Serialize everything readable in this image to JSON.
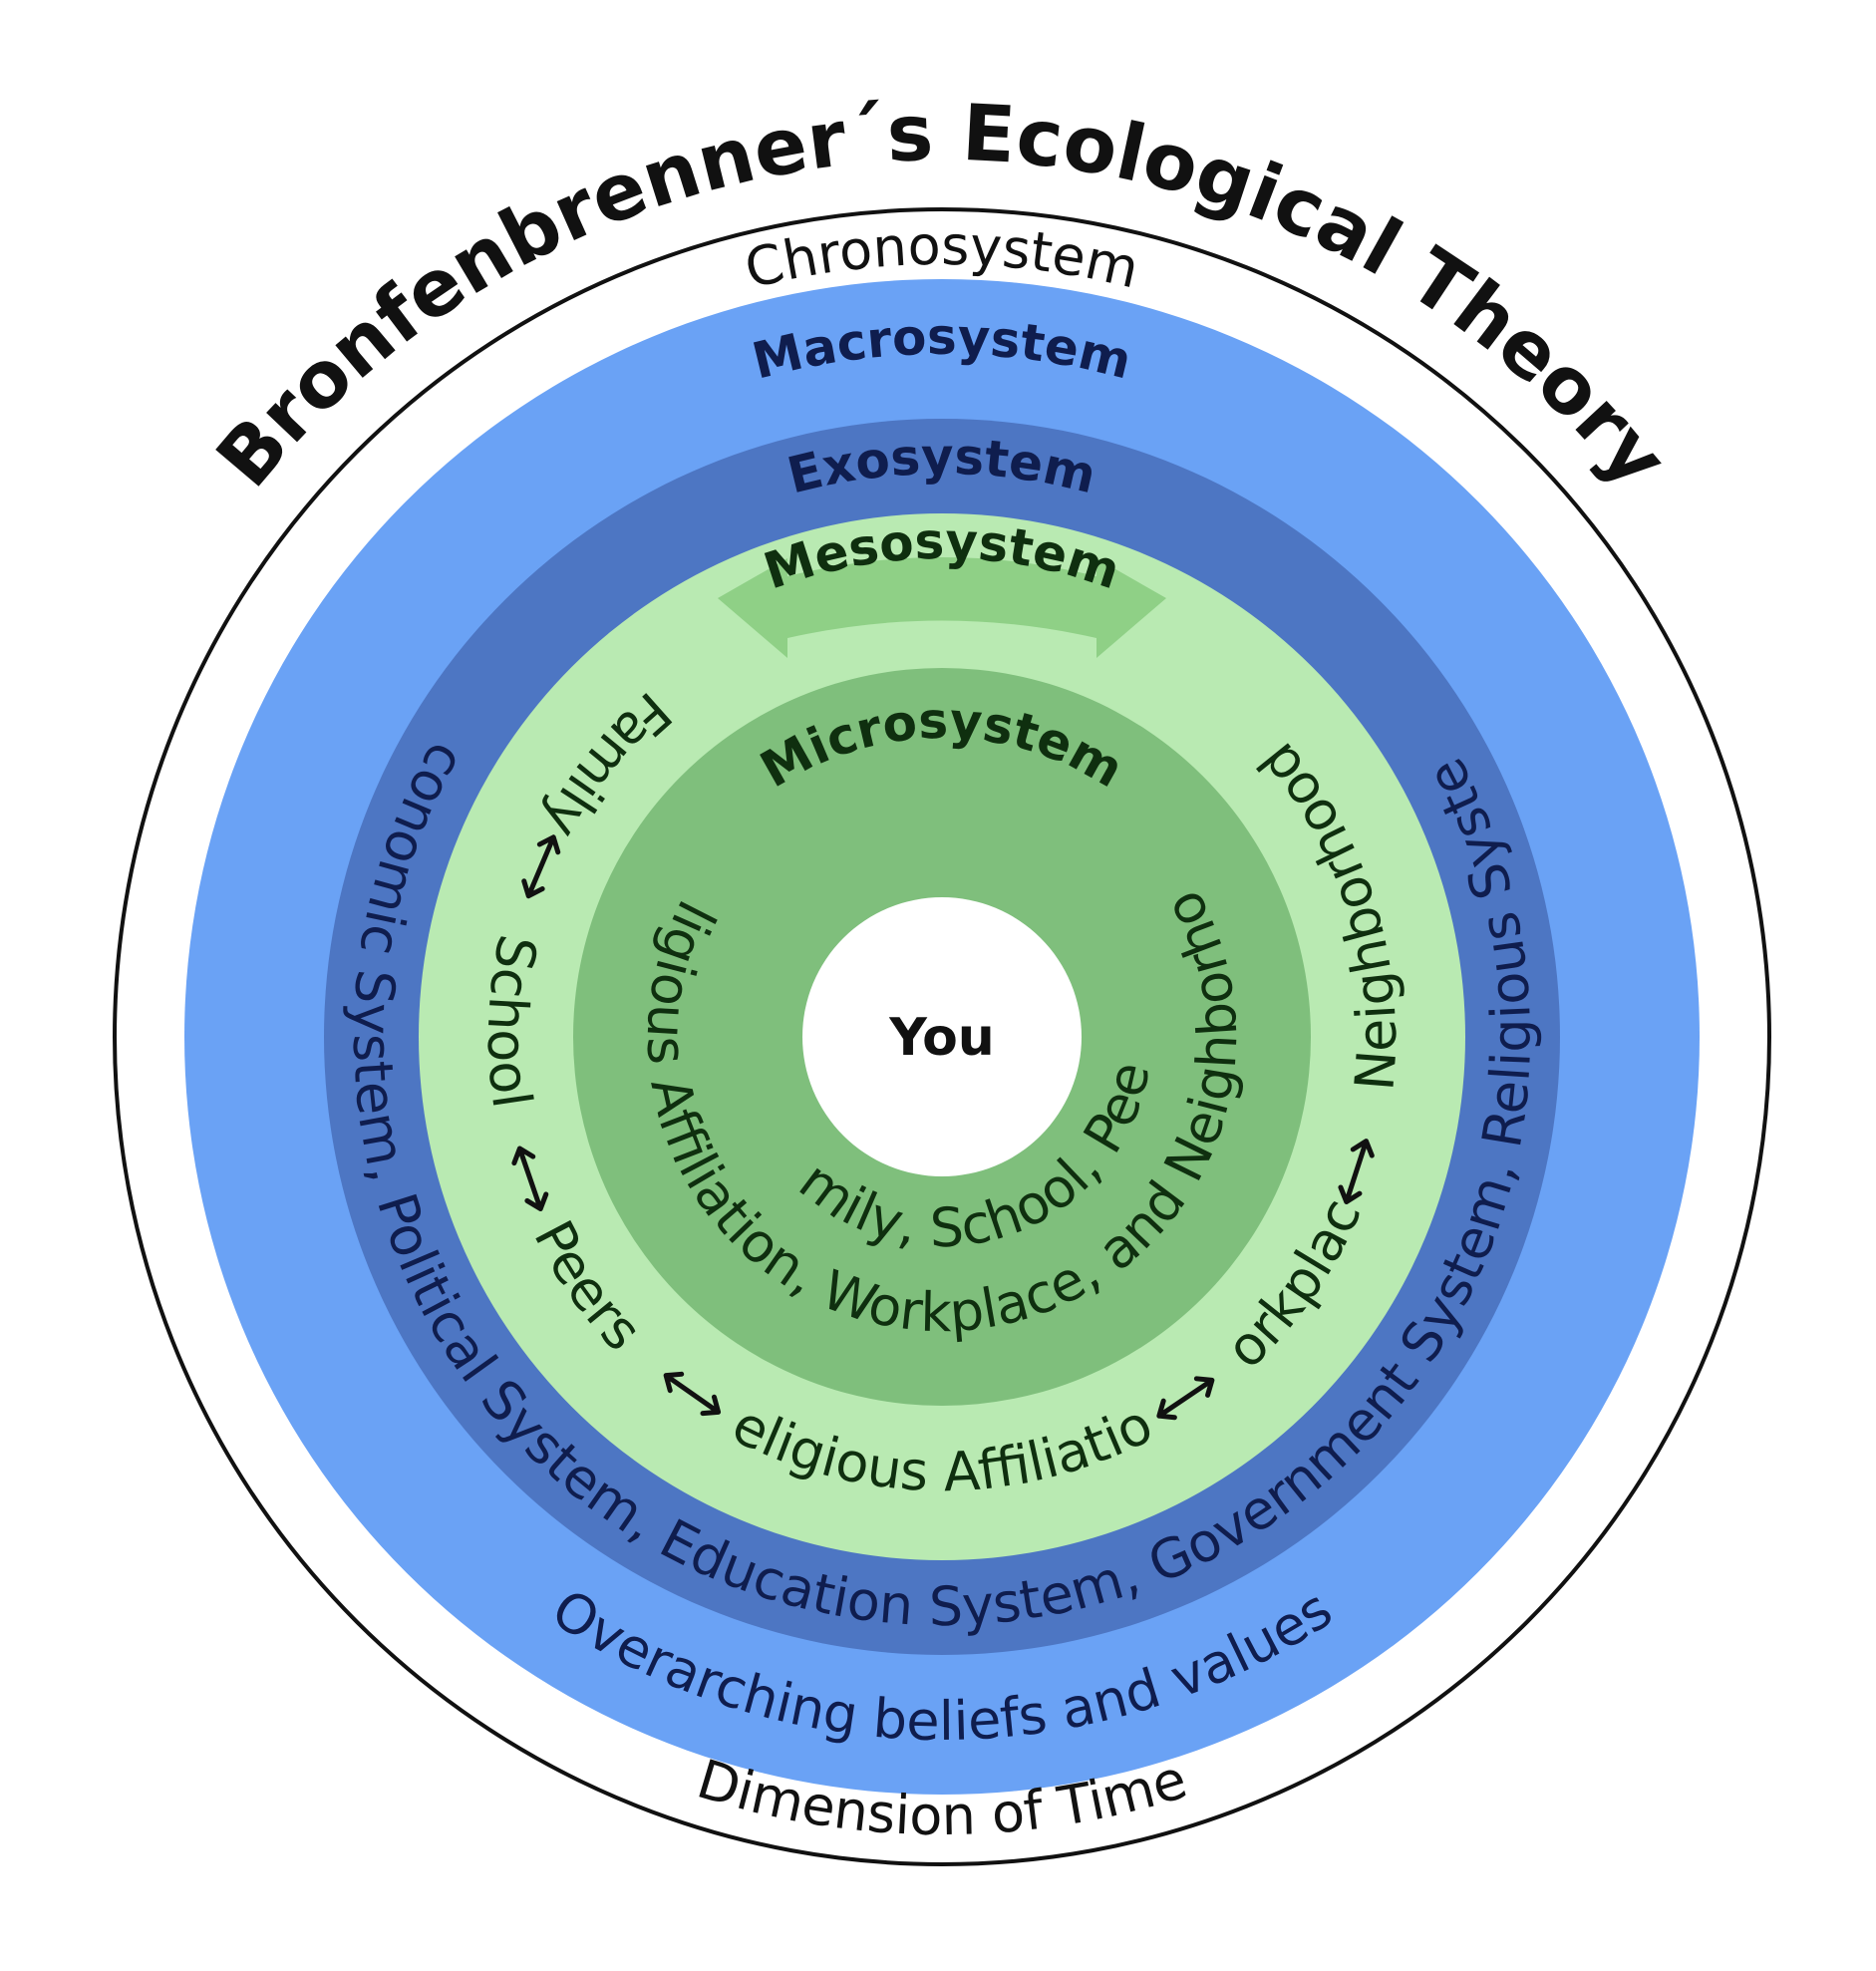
{
  "title": "Bronfenbrenner´s Ecological Theory",
  "center": {
    "label": "You"
  },
  "chronosystem": {
    "heading": "Chronosystem",
    "description": "Dimension of Time"
  },
  "macrosystem": {
    "heading": "Macrosystem",
    "description": "Overarching beliefs and values"
  },
  "exosystem": {
    "heading": "Exosystem",
    "description": "Economic System, Political System, Education System, Government System, Religious System"
  },
  "mesosystem": {
    "heading": "Mesosystem",
    "items": [
      "Family",
      "School",
      "Peers",
      "Religious Affiliation",
      "Workplace",
      "Neighborhood"
    ]
  },
  "microsystem": {
    "heading": "Microsystem",
    "line1": "Family, School, Peers,",
    "line2": "Religious Affiliation, Workplace, and Neighborhood"
  },
  "colors": {
    "macrosystem": "#6aa2f5",
    "exosystem": "#4d76c3",
    "mesosystem": "#b9eab2",
    "microsystem": "#7fbf7c",
    "center": "#ffffff",
    "outline": "#111111",
    "blue_text": "#0f1d4e",
    "green_text": "#0f2f0f"
  },
  "icons": {
    "bidirectional_arrow": "double-headed-arrow-icon",
    "mesosystem_arrow": "curved-double-arrow-icon"
  }
}
